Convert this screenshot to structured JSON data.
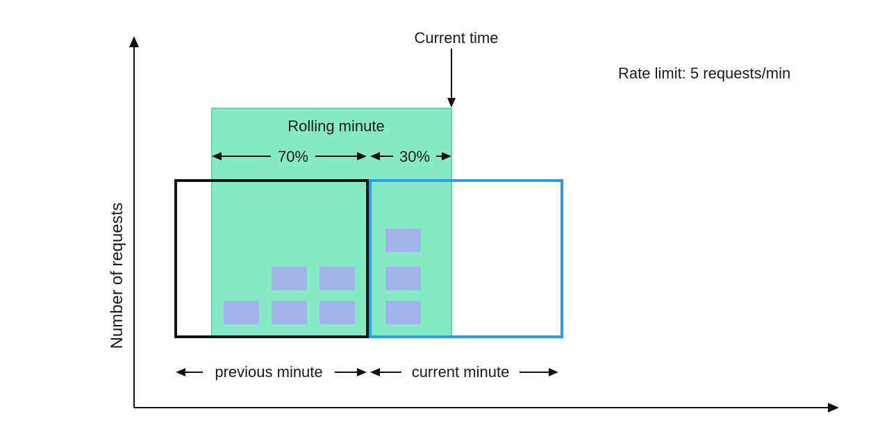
{
  "diagram": {
    "current_time_label": "Current time",
    "rate_limit_label": "Rate limit: 5 requests/min",
    "rolling_minute_label": "Rolling minute",
    "previous_share_label": "70%",
    "current_share_label": "30%",
    "y_axis_label": "Number of requests",
    "previous_minute_label": "previous minute",
    "current_minute_label": "current minute",
    "previous_minute_requests": 5,
    "current_minute_requests": 3
  },
  "colors": {
    "rolling_window_fill": "#86ebc5",
    "rolling_window_border": "#5fd8a6",
    "request_block": "#a2b5ea",
    "previous_minute_border": "#111111",
    "current_minute_border": "#2b9cf0",
    "axis": "#111111"
  }
}
